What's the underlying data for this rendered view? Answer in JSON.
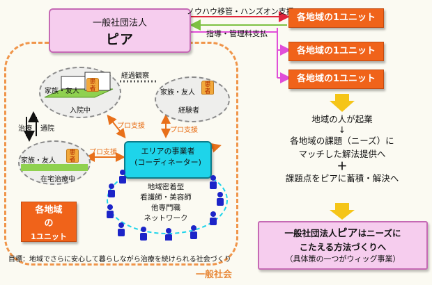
{
  "peer": {
    "line1": "一般社団法人",
    "line2": "ピア"
  },
  "arrows": {
    "knowhow": "ノウハウ移管・ハンズオン支援",
    "guidance": "指導・管理料支払"
  },
  "units": [
    "各地域の1ユニット",
    "各地域の1ユニット",
    "各地域の1ユニット"
  ],
  "circles": {
    "hospital_family": "家族・友人",
    "hospital_patient": "患者",
    "hospital_label": "入院中",
    "exp_family": "家族・友人",
    "exp_patient": "患者",
    "exp_label": "経験者",
    "home_family": "家族・友人",
    "home_patient": "患者",
    "home_label": "在宅治療中"
  },
  "labels": {
    "observation": "経過観察",
    "treatment": "治療",
    "outpatient": "通院",
    "pro_support_1": "プロ支援",
    "pro_support_2": "プロ支援",
    "pro_support_3": "プロ支援"
  },
  "coordinator": {
    "line1": "エリアの事業者",
    "line2": "(コーディネーター)"
  },
  "network": [
    "地域密着型",
    "看護師・美容師",
    "他専門職",
    "ネットワーク"
  ],
  "local_unit": {
    "line1": "各地域",
    "line2": "の",
    "line3": "1ユニット"
  },
  "goal": "目標：地域でさらに安心して暮らしながら治療を続けられる社会づくり",
  "society": "一般社会",
  "right_text": {
    "l1": "地域の人が起業",
    "l2": "↓",
    "l3": "各地域の課題（ニーズ）に",
    "l4": "マッチした解法提供へ",
    "l5": "＋",
    "l6": "課題点をピアに蓄積・解決へ"
  },
  "bottom": {
    "prefix": "一般社団法人",
    "peer": "ピア",
    "suffix": "はニーズに",
    "line2": "こたえる方法づくりへ",
    "line3": "（具体策の一つがウィッグ事業）"
  },
  "colors": {
    "pink": "#f6cdee",
    "orange": "#f0631a",
    "cyan": "#1ed4ea",
    "magenta": "#e04fd8",
    "green": "#7dc142"
  }
}
